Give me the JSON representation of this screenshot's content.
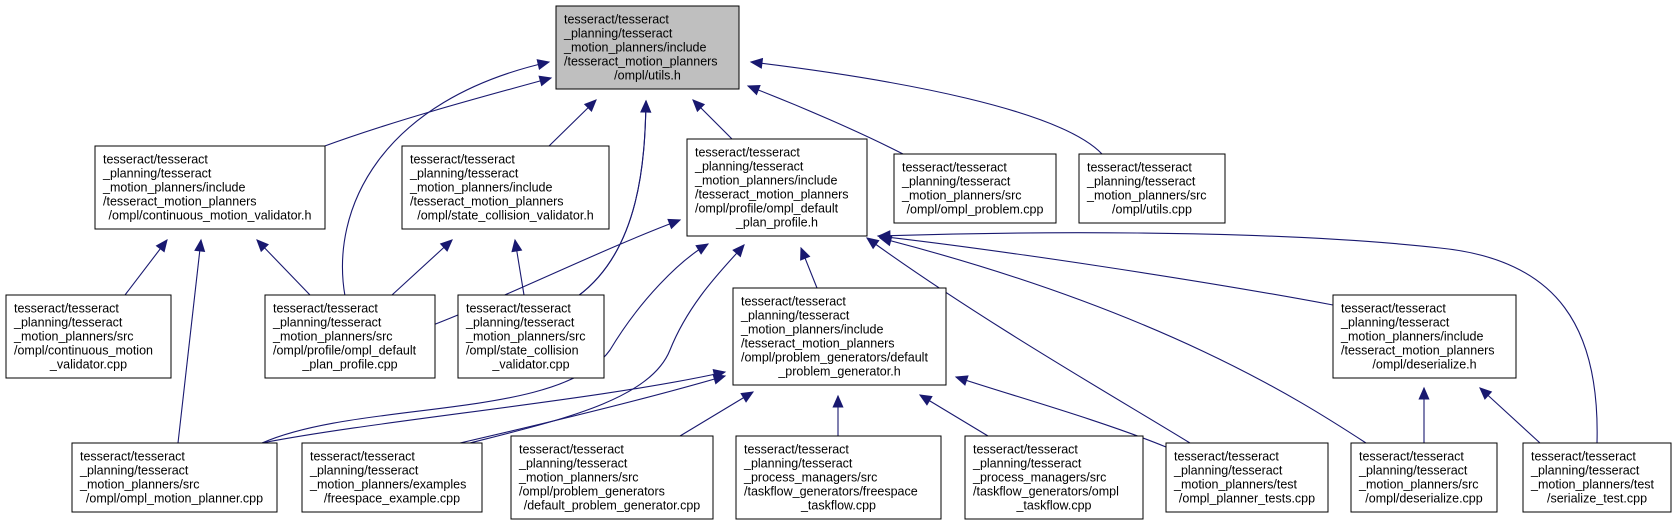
{
  "diagram": {
    "type": "include-dependency-graph",
    "nodes": [
      {
        "id": "utils_h",
        "root": true,
        "lines": [
          "tesseract/tesseract",
          "_planning/tesseract",
          "_motion_planners/include",
          "/tesseract_motion_planners",
          "/ompl/utils.h"
        ]
      },
      {
        "id": "cmv_h",
        "lines": [
          "tesseract/tesseract",
          "_planning/tesseract",
          "_motion_planners/include",
          "/tesseract_motion_planners",
          "/ompl/continuous_motion_validator.h"
        ]
      },
      {
        "id": "scv_h",
        "lines": [
          "tesseract/tesseract",
          "_planning/tesseract",
          "_motion_planners/include",
          "/tesseract_motion_planners",
          "/ompl/state_collision_validator.h"
        ]
      },
      {
        "id": "dpp_h",
        "lines": [
          "tesseract/tesseract",
          "_planning/tesseract",
          "_motion_planners/include",
          "/tesseract_motion_planners",
          "/ompl/profile/ompl_default",
          "_plan_profile.h"
        ]
      },
      {
        "id": "ompl_problem_cpp",
        "lines": [
          "tesseract/tesseract",
          "_planning/tesseract",
          "_motion_planners/src",
          "/ompl/ompl_problem.cpp"
        ]
      },
      {
        "id": "utils_cpp",
        "lines": [
          "tesseract/tesseract",
          "_planning/tesseract",
          "_motion_planners/src",
          "/ompl/utils.cpp"
        ]
      },
      {
        "id": "cmv_cpp",
        "lines": [
          "tesseract/tesseract",
          "_planning/tesseract",
          "_motion_planners/src",
          "/ompl/continuous_motion",
          "_validator.cpp"
        ]
      },
      {
        "id": "dpp_cpp",
        "lines": [
          "tesseract/tesseract",
          "_planning/tesseract",
          "_motion_planners/src",
          "/ompl/profile/ompl_default",
          "_plan_profile.cpp"
        ]
      },
      {
        "id": "scv_cpp",
        "lines": [
          "tesseract/tesseract",
          "_planning/tesseract",
          "_motion_planners/src",
          "/ompl/state_collision",
          "_validator.cpp"
        ]
      },
      {
        "id": "dpg_h",
        "lines": [
          "tesseract/tesseract",
          "_planning/tesseract",
          "_motion_planners/include",
          "/tesseract_motion_planners",
          "/ompl/problem_generators/default",
          "_problem_generator.h"
        ]
      },
      {
        "id": "deserialize_h",
        "lines": [
          "tesseract/tesseract",
          "_planning/tesseract",
          "_motion_planners/include",
          "/tesseract_motion_planners",
          "/ompl/deserialize.h"
        ]
      },
      {
        "id": "omp_cpp",
        "lines": [
          "tesseract/tesseract",
          "_planning/tesseract",
          "_motion_planners/src",
          "/ompl/ompl_motion_planner.cpp"
        ]
      },
      {
        "id": "freespace_example_cpp",
        "lines": [
          "tesseract/tesseract",
          "_planning/tesseract",
          "_motion_planners/examples",
          "/freespace_example.cpp"
        ]
      },
      {
        "id": "dpg_cpp",
        "lines": [
          "tesseract/tesseract",
          "_planning/tesseract",
          "_motion_planners/src",
          "/ompl/problem_generators",
          "/default_problem_generator.cpp"
        ]
      },
      {
        "id": "freespace_taskflow_cpp",
        "lines": [
          "tesseract/tesseract",
          "_planning/tesseract",
          "_process_managers/src",
          "/taskflow_generators/freespace",
          "_taskflow.cpp"
        ]
      },
      {
        "id": "ompl_taskflow_cpp",
        "lines": [
          "tesseract/tesseract",
          "_planning/tesseract",
          "_process_managers/src",
          "/taskflow_generators/ompl",
          "_taskflow.cpp"
        ]
      },
      {
        "id": "ompl_planner_tests_cpp",
        "lines": [
          "tesseract/tesseract",
          "_planning/tesseract",
          "_motion_planners/test",
          "/ompl_planner_tests.cpp"
        ]
      },
      {
        "id": "deserialize_cpp",
        "lines": [
          "tesseract/tesseract",
          "_planning/tesseract",
          "_motion_planners/src",
          "/ompl/deserialize.cpp"
        ]
      },
      {
        "id": "serialize_test_cpp",
        "lines": [
          "tesseract/tesseract",
          "_planning/tesseract",
          "_motion_planners/test",
          "/serialize_test.cpp"
        ]
      }
    ],
    "edges": [
      {
        "from": "cmv_h",
        "to": "utils_h"
      },
      {
        "from": "scv_h",
        "to": "utils_h"
      },
      {
        "from": "dpp_h",
        "to": "utils_h"
      },
      {
        "from": "ompl_problem_cpp",
        "to": "utils_h"
      },
      {
        "from": "utils_cpp",
        "to": "utils_h"
      },
      {
        "from": "omp_cpp",
        "to": "utils_h"
      },
      {
        "from": "dpp_cpp",
        "to": "utils_h"
      },
      {
        "from": "scv_cpp",
        "to": "utils_h"
      },
      {
        "from": "cmv_cpp",
        "to": "cmv_h"
      },
      {
        "from": "omp_cpp",
        "to": "cmv_h"
      },
      {
        "from": "dpp_cpp",
        "to": "cmv_h"
      },
      {
        "from": "dpp_cpp",
        "to": "scv_h"
      },
      {
        "from": "scv_cpp",
        "to": "scv_h"
      },
      {
        "from": "dpp_cpp",
        "to": "dpp_h"
      },
      {
        "from": "dpg_h",
        "to": "dpp_h"
      },
      {
        "from": "omp_cpp",
        "to": "dpp_h"
      },
      {
        "from": "freespace_example_cpp",
        "to": "dpp_h"
      },
      {
        "from": "ompl_planner_tests_cpp",
        "to": "dpp_h"
      },
      {
        "from": "deserialize_h",
        "to": "dpp_h"
      },
      {
        "from": "deserialize_cpp",
        "to": "dpp_h"
      },
      {
        "from": "serialize_test_cpp",
        "to": "dpp_h"
      },
      {
        "from": "omp_cpp",
        "to": "dpg_h"
      },
      {
        "from": "freespace_example_cpp",
        "to": "dpg_h"
      },
      {
        "from": "dpg_cpp",
        "to": "dpg_h"
      },
      {
        "from": "freespace_taskflow_cpp",
        "to": "dpg_h"
      },
      {
        "from": "ompl_taskflow_cpp",
        "to": "dpg_h"
      },
      {
        "from": "ompl_planner_tests_cpp",
        "to": "dpg_h"
      },
      {
        "from": "deserialize_cpp",
        "to": "deserialize_h"
      },
      {
        "from": "serialize_test_cpp",
        "to": "deserialize_h"
      }
    ]
  }
}
